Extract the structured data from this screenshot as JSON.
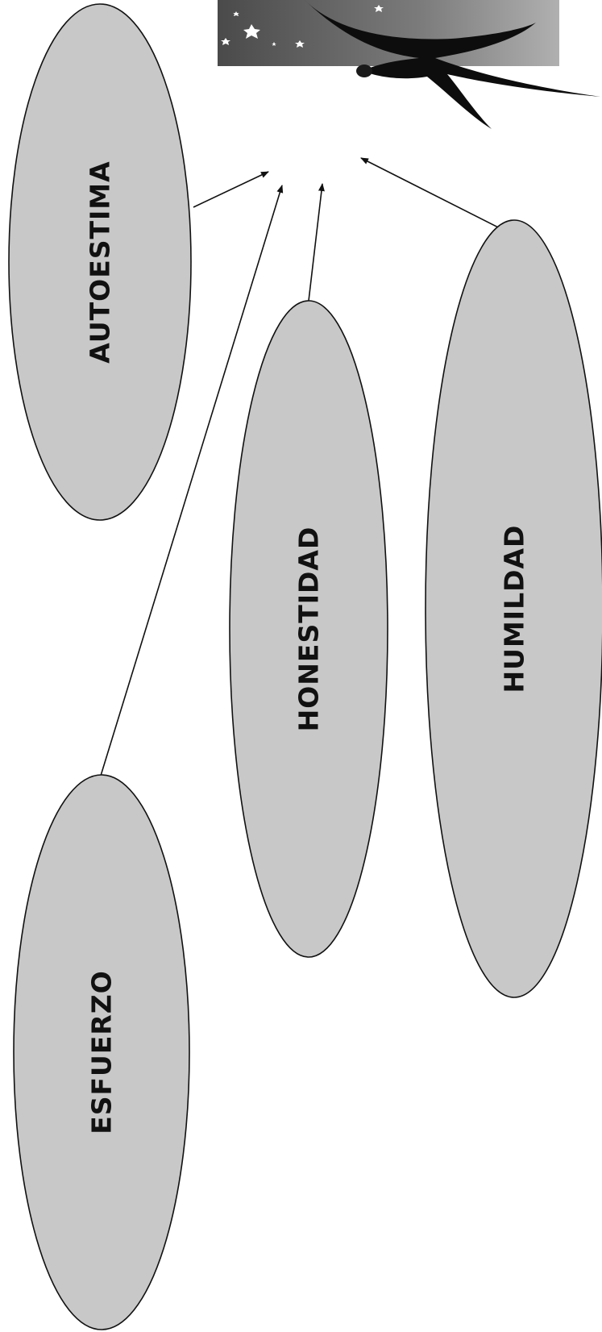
{
  "diagram": {
    "nodes": [
      {
        "id": "autoestima",
        "label": "AUTOESTIMA"
      },
      {
        "id": "honestidad",
        "label": "HONESTIDAD"
      },
      {
        "id": "humildad",
        "label": "HUMILDAD"
      },
      {
        "id": "esfuerzo",
        "label": "ESFUERZO"
      }
    ],
    "edges": [
      {
        "from": "autoestima",
        "to": "goal"
      },
      {
        "from": "esfuerzo",
        "to": "goal"
      },
      {
        "from": "honestidad",
        "to": "goal"
      },
      {
        "from": "humildad",
        "to": "goal"
      }
    ],
    "image": {
      "name": "shooting-star-night-sky"
    },
    "colors": {
      "ellipse_fill": "#c8c8c8",
      "stroke": "#111111",
      "sky_top": "#4a4a4a",
      "sky_bottom": "#a8a8a8",
      "star_trail": "#0d0d0d"
    }
  }
}
